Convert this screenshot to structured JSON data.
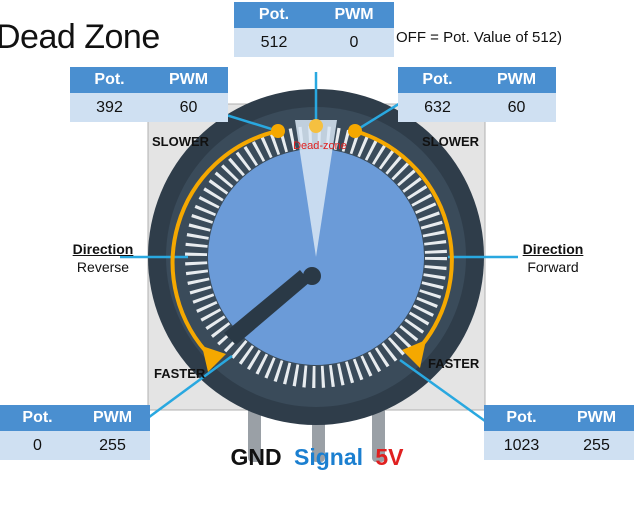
{
  "title": "Dead Zone",
  "note": "OFF = Pot. Value of 512)",
  "tables": {
    "top": {
      "header": [
        "Pot.",
        "PWM"
      ],
      "row": [
        "512",
        "0"
      ]
    },
    "top_left": {
      "header": [
        "Pot.",
        "PWM"
      ],
      "row": [
        "392",
        "60"
      ]
    },
    "top_right": {
      "header": [
        "Pot.",
        "PWM"
      ],
      "row": [
        "632",
        "60"
      ]
    },
    "bottom_left": {
      "header": [
        "Pot.",
        "PWM"
      ],
      "row": [
        "0",
        "255"
      ]
    },
    "bottom_right": {
      "header": [
        "Pot.",
        "PWM"
      ],
      "row": [
        "1023",
        "255"
      ]
    }
  },
  "labels": {
    "slower_left": "SLOWER",
    "slower_right": "SLOWER",
    "faster_left": "FASTER",
    "faster_right": "FASTER",
    "dead_zone": "Dead-zone"
  },
  "direction_left": {
    "heading": "Direction",
    "value": "Reverse"
  },
  "direction_right": {
    "heading": "Direction",
    "value": "Forward"
  },
  "pins": {
    "gnd": "GND",
    "signal": "Signal",
    "vcc": "5V"
  },
  "colors": {
    "header_blue": "#4a8fd0",
    "cell_blue": "#cfe0f2",
    "arc_orange": "#f5a800",
    "line_blue": "#29a8e0",
    "knob_blue": "#6b9bd8",
    "signal_blue": "#1b7fd0",
    "vcc_red": "#e02020"
  }
}
